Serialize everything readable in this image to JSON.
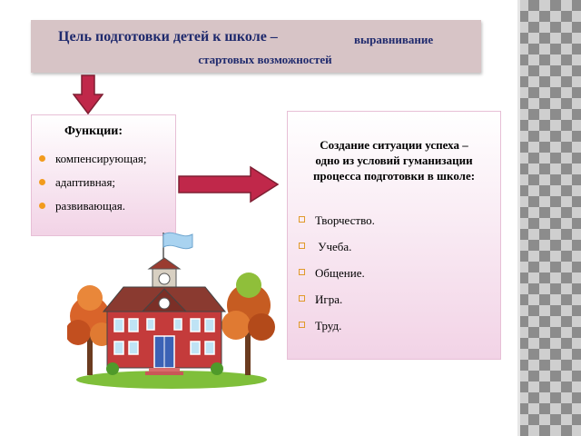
{
  "header": {
    "title_main": "Цель подготовки детей к школе –",
    "title_side": "выравнивание",
    "title_line2": "стартовых возможностей"
  },
  "functions": {
    "title": "Функции:",
    "items": [
      "компенсирующая;",
      "адаптивная;",
      "развивающая."
    ]
  },
  "success": {
    "title_lines": [
      "Создание ситуации успеха –",
      "одно из условий гуманизации",
      "процесса подготовки в школе:"
    ],
    "items": [
      "Творчество.",
      " Учеба.",
      "Общение.",
      "Игра.",
      "Труд."
    ]
  },
  "colors": {
    "title_box": "#d7c4c6",
    "title_text": "#1f2a6d",
    "arrow": "#c0284a",
    "box_gradient_end": "#f2d3e6",
    "bullet": "#f29b1d"
  }
}
